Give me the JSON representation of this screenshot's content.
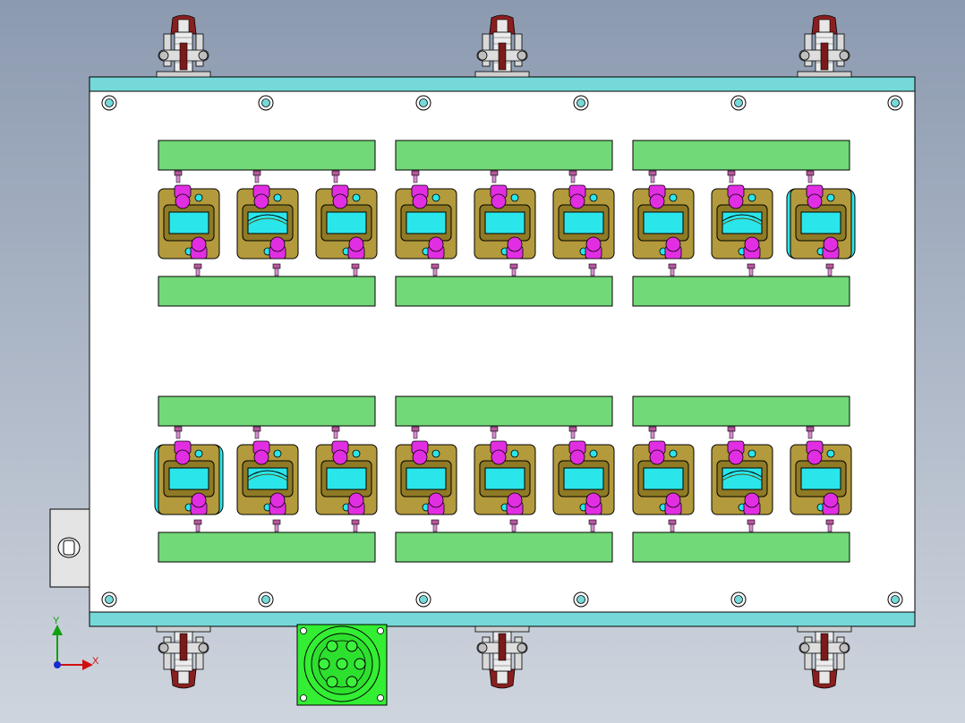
{
  "colors": {
    "bg_top": "#8c9ab0",
    "bg_bottom": "#cfd5de",
    "plate": "#ffffff",
    "rail": "#76d9d9",
    "clamp_bar": "#72d978",
    "fixture_body": "#b39a3c",
    "fixture_window": "#2ae6ea",
    "pin": "#e22ee2",
    "pin_small": "#b7579f",
    "connector": "#33ee33",
    "toggle_clamp": "#8a1f1f",
    "outline": "#000000"
  },
  "icons": {
    "toggle_clamp": "toggle-clamp-icon",
    "bolt_hole": "bolt-hole-icon",
    "connector": "round-connector-icon",
    "triad": "axis-triad-icon"
  },
  "assembly": {
    "upper_row": {
      "groups": 3,
      "fixtures_per_group": 3
    },
    "lower_row": {
      "groups": 3,
      "fixtures_per_group": 3
    },
    "top_clamps": 3,
    "bottom_clamps": 3,
    "holes_per_edge": 6
  },
  "triad": {
    "x_label": "X",
    "y_label": "Y"
  }
}
